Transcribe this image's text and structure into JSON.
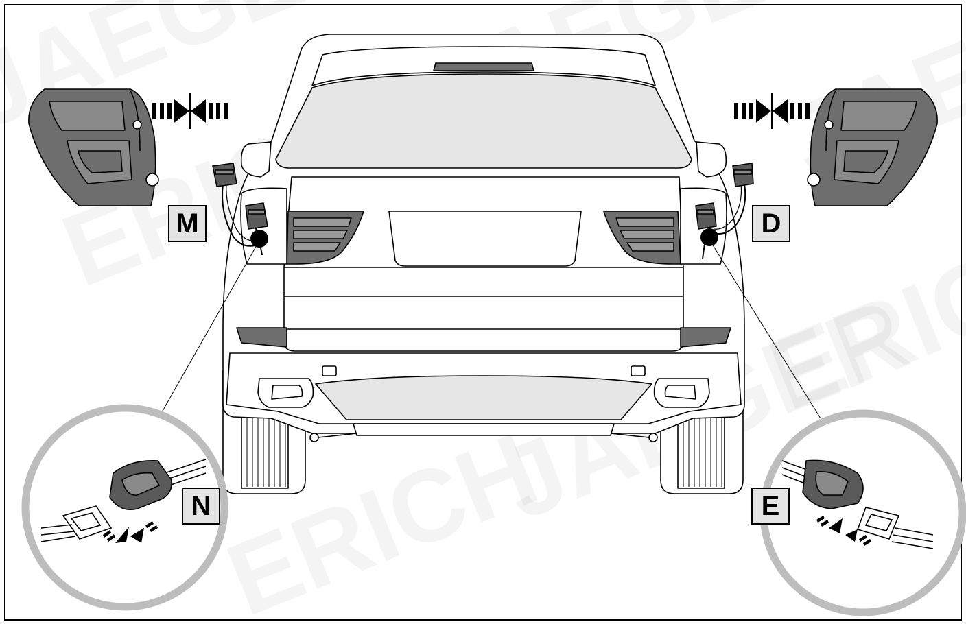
{
  "labels": {
    "M": "M",
    "D": "D",
    "N": "N",
    "E": "E"
  },
  "watermark": {
    "line1": "ERICH",
    "line2": "JAEGER"
  },
  "icons": {
    "tail_light": "tail-light-icon",
    "connect_arrows": "connect-arrows-icon",
    "connector": "connector-icon",
    "location_dot": "location-dot-icon",
    "magnifier": "magnifier-circle-icon",
    "vehicle": "car-rear-icon"
  },
  "colors": {
    "outline": "#000000",
    "lamp_grey": "#6e6e6e",
    "glass": "#e6e6e6",
    "label_bg": "#e4e4e4",
    "circle_ring": "#bdbdbd"
  }
}
